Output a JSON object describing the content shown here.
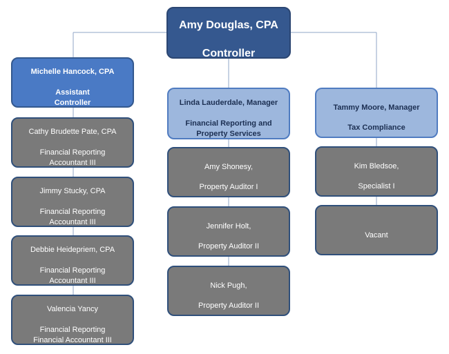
{
  "controller": {
    "name": "Amy Douglas, CPA",
    "title": "Controller"
  },
  "columns": [
    {
      "manager": {
        "name": "Michelle Hancock, CPA",
        "title": "Assistant\nController"
      },
      "staff": [
        {
          "name": "Cathy Brudette Pate, CPA",
          "title": "Financial Reporting\nAccountant III"
        },
        {
          "name": "Jimmy Stucky, CPA",
          "title": "Financial Reporting\nAccountant III"
        },
        {
          "name": "Debbie Heidepriem, CPA",
          "title": "Financial Reporting\nAccountant III"
        },
        {
          "name": "Valencia Yancy",
          "title": "Financial Reporting\nFinancial Accountant III"
        }
      ]
    },
    {
      "manager": {
        "name": "Linda Lauderdale, Manager",
        "title": "Financial Reporting and\nProperty Services"
      },
      "staff": [
        {
          "name": "Amy Shonesy,",
          "title": "Property Auditor I"
        },
        {
          "name": "Jennifer Holt,",
          "title": "Property Auditor II"
        },
        {
          "name": "Nick Pugh,",
          "title": "Property Auditor II"
        }
      ]
    },
    {
      "manager": {
        "name": "Tammy Moore, Manager",
        "title": "Tax Compliance"
      },
      "staff": [
        {
          "name": "Kim Bledsoe,",
          "title": "Specialist I"
        },
        {
          "name": "Vacant",
          "title": ""
        }
      ]
    }
  ],
  "colors": {
    "controller": "#35588f",
    "assistant_controller": "#4a7ac5",
    "manager": "#9db7dd",
    "staff": "#7a7a7a",
    "connector": "#8fa6c7"
  }
}
